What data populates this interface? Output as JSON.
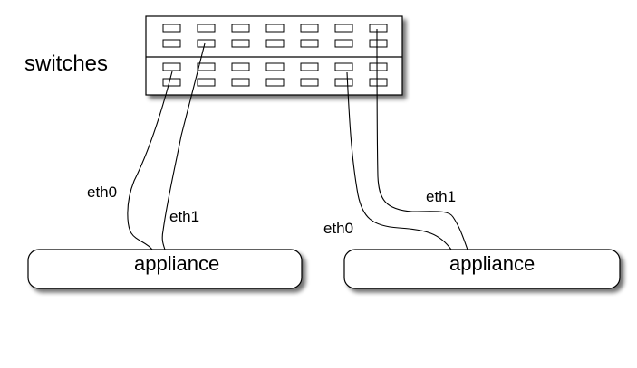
{
  "diagram": {
    "switches": {
      "label": "switches",
      "rows": 4,
      "columns": 7
    },
    "appliances": [
      {
        "label": "appliance",
        "links": [
          {
            "label": "eth0",
            "switch_port": {
              "row": 3,
              "col": 0
            }
          },
          {
            "label": "eth1",
            "switch_port": {
              "row": 2,
              "col": 1
            }
          }
        ]
      },
      {
        "label": "appliance",
        "links": [
          {
            "label": "eth0",
            "switch_port": {
              "row": 3,
              "col": 5
            }
          },
          {
            "label": "eth1",
            "switch_port": {
              "row": 1,
              "col": 6
            }
          }
        ]
      }
    ],
    "colors": {
      "stroke": "#000000",
      "fill": "#ffffff",
      "shadow": "#9a9a9a"
    }
  }
}
